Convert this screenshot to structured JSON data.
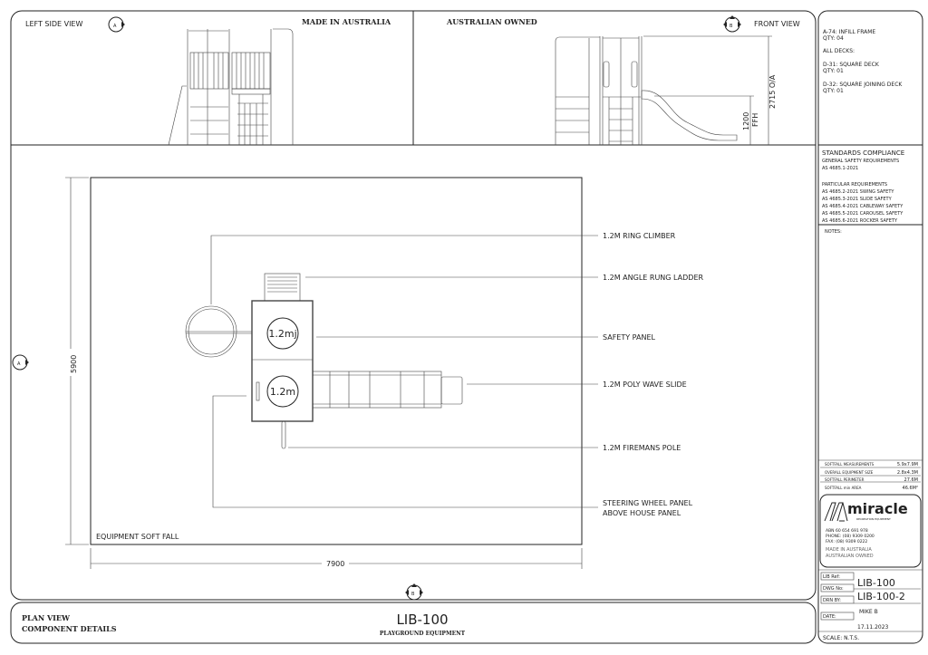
{
  "views": {
    "left_side_view": "LEFT SIDE VIEW",
    "front_view": "FRONT VIEW",
    "made_in": "MADE IN AUSTRALIA",
    "owned": "AUSTRALIAN OWNED",
    "marker_a": "A",
    "marker_b": "B",
    "dim_overall": "2715 O/A",
    "dim_ffh_value": "1200",
    "dim_ffh_label": "FFH"
  },
  "plan": {
    "labels": [
      "1.2M RING CLIMBER",
      "1.2M ANGLE RUNG LADDER",
      "SAFETY PANEL",
      "1.2M POLY WAVE SLIDE",
      "1.2M FIREMANS POLE",
      "STEERING WHEEL PANEL",
      "ABOVE HOUSE PANEL"
    ],
    "deck_top": "1.2mj",
    "deck_bottom": "1.2m",
    "softfall_label": "EQUIPMENT SOFT FALL",
    "dim_height": "5900",
    "dim_width": "7900"
  },
  "components": [
    "A-74: INFILL FRAME",
    "QTY: 04",
    "ALL DECKS:",
    "D-31: SQUARE DECK",
    "QTY: 01",
    "D-32: SQUARE JOINING DECK",
    "QTY: 01"
  ],
  "standards": {
    "title": "STANDARDS COMPLIANCE",
    "general": "GENERAL SAFETY REQUIREMENTS",
    "general_std": "AS 4685.1-2021",
    "particular": "PARTICULAR REQUIREMENTS",
    "items": [
      "AS 4685.2-2021 SWING SAFETY",
      "AS 4685.3-2021 SLIDE SAFETY",
      "AS 4685.4-2021 CABLEWAY SAFETY",
      "AS 4685.5-2021 CAROUSEL SAFETY",
      "AS 4685.6-2021 ROCKER SAFETY"
    ],
    "notes": "NOTES:"
  },
  "softfall": [
    {
      "label": "SOFTFALL MEASUREMENTS",
      "value": "5.9x7.9M"
    },
    {
      "label": "OVERALL EQUIPMENT SIZE",
      "value": "2.8x4.3M"
    },
    {
      "label": "SOFTFALL PERIMETER",
      "value": "27.6M"
    },
    {
      "label": "SOFTFALL min AREA",
      "value": "46.6M²"
    }
  ],
  "company": {
    "logo": "miracle",
    "logo_sub": "RECREATION EQUIPMENT",
    "abn": "ABN 60 654 691 978",
    "phone": "PHONE: (08) 9309 0200",
    "fax": "FAX:   (08) 9309 0222",
    "made": "MADE IN AUSTRALIA",
    "owned": "AUSTRALIAN OWNED"
  },
  "title_block": {
    "lib_ref_label": "LIB Ref:",
    "lib_ref": "LIB-100",
    "dwg_no_label": "DWG No:",
    "dwg_no": "LIB-100-2",
    "drn_by_label": "DRN BY:",
    "drn_by": "MIKE B",
    "date_label": "DATE:",
    "date": "17.11.2023",
    "scale": "SCALE: N.T.S."
  },
  "footer": {
    "plan_view": "PLAN VIEW",
    "component_details": "COMPONENT DETAILS",
    "model": "LIB-100",
    "subtitle": "PLAYGROUND EQUIPMENT"
  }
}
